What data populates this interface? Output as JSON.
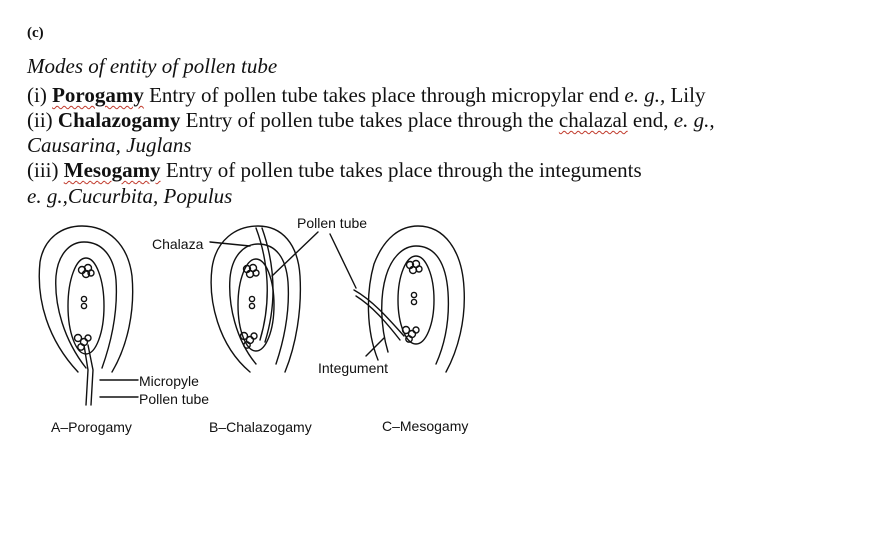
{
  "part_label": "(c)",
  "heading": "Modes of entity of pollen tube",
  "line1": {
    "num": "(i) ",
    "term": "Porogamy",
    "desc": " Entry of pollen tube takes place through micropylar end ",
    "eg": "e. g.,",
    "example": " Lily"
  },
  "line2": {
    "num": "(ii) ",
    "term": "Chalazogamy",
    "desc_a": " Entry of pollen tube takes place through the ",
    "desc_word": "chalazal",
    "desc_b": " end, ",
    "eg": "e. g.,"
  },
  "line3": {
    "examples": "Causarina, Juglans"
  },
  "line4": {
    "num": "(iii) ",
    "term": "Mesogamy",
    "desc": " Entry of pollen tube takes place through the integuments"
  },
  "line5": {
    "eg": "e. g.,",
    "examples": "Cucurbita, Populus"
  },
  "figure": {
    "labels": {
      "chalaza": "Chalaza",
      "pollen_tube_top": "Pollen tube",
      "integument": "Integument",
      "micropyle": "Micropyle",
      "pollen_tube_bottom": "Pollen tube"
    },
    "captions": {
      "a": "A–Porogamy",
      "b": "B–Chalazogamy",
      "c": "C–Mesogamy"
    }
  }
}
